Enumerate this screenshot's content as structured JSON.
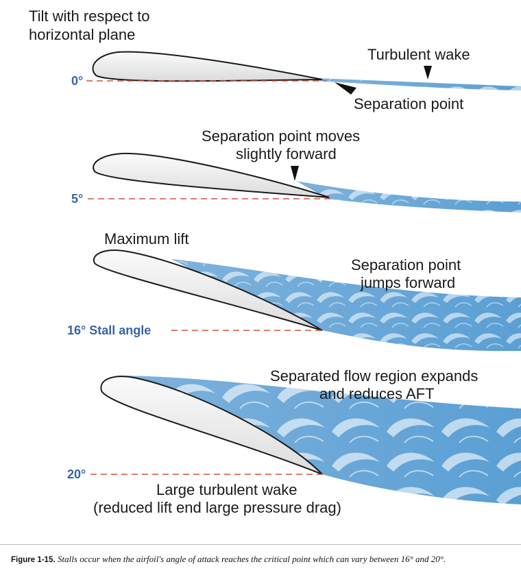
{
  "header": {
    "line1": "Tilt with respect to",
    "line2": "horizontal plane"
  },
  "panels": [
    {
      "angle": "0°",
      "labels": [
        "Turbulent wake",
        "Separation point"
      ]
    },
    {
      "angle": "5°",
      "labels": [
        "Separation point moves",
        "slightly forward"
      ]
    },
    {
      "angle": "16° Stall angle",
      "labels": [
        "Maximum lift",
        "Separation point",
        "jumps forward"
      ]
    },
    {
      "angle": "20°",
      "labels": [
        "Separated flow region expands",
        "and reduces AFT",
        "Large turbulent wake",
        "(reduced lift end large pressure drag)"
      ]
    }
  ],
  "caption": {
    "label": "Figure 1-15.",
    "text": "Stalls occur when the airfoil's angle of attack reaches the critical point which can vary between 16° and 20°."
  },
  "colors": {
    "angle_text": "#3a63a8",
    "reference_line": "#d0523a",
    "wake": "#5a9fd4",
    "airfoil_fill": "#ececec"
  }
}
